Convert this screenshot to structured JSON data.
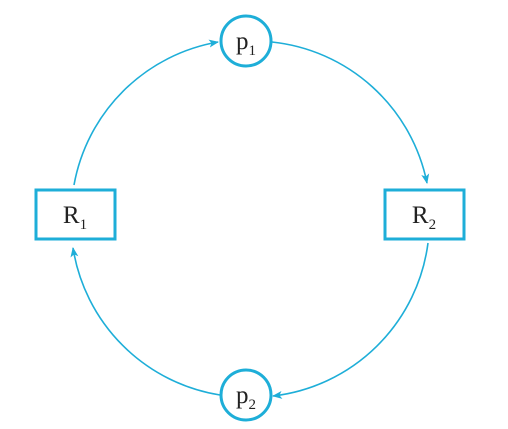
{
  "colors": {
    "stroke": "#1eaed8",
    "text": "#222222",
    "background": "#ffffff"
  },
  "nodes": {
    "p1": {
      "kind": "process",
      "base": "p",
      "sub": "1"
    },
    "r2": {
      "kind": "resource",
      "base": "R",
      "sub": "2"
    },
    "p2": {
      "kind": "process",
      "base": "p",
      "sub": "2"
    },
    "r1": {
      "kind": "resource",
      "base": "R",
      "sub": "1"
    }
  },
  "edges": [
    {
      "from": "p1",
      "to": "r2"
    },
    {
      "from": "r2",
      "to": "p2"
    },
    {
      "from": "p2",
      "to": "r1"
    },
    {
      "from": "r1",
      "to": "p1"
    }
  ]
}
